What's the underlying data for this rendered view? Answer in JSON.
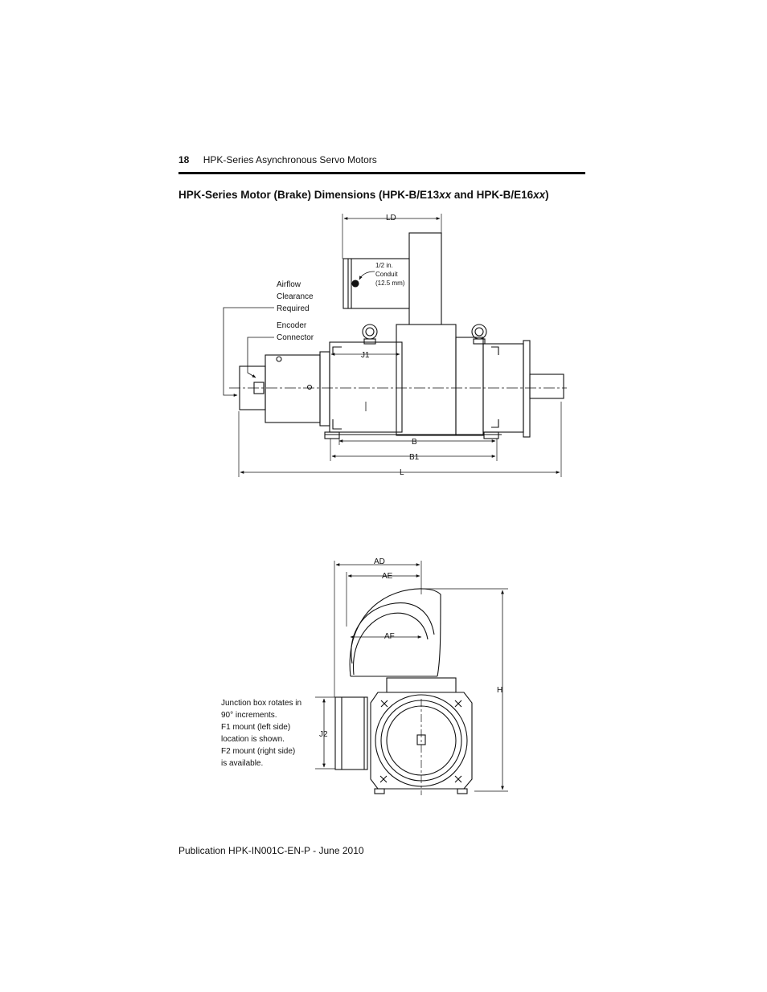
{
  "header": {
    "page_number": "18",
    "running_title": "HPK-Series Asynchronous Servo Motors"
  },
  "title": {
    "part1": "HPK-Series Motor (Brake) Dimensions (HPK-B/E13",
    "part2": "xx",
    "part3": " and HPK-B/E16",
    "part4": "xx",
    "part5": ")"
  },
  "side_view": {
    "dims": {
      "ld": "LD",
      "j1": "J1",
      "b": "B",
      "b1": "B1",
      "l": "L"
    },
    "conduit": [
      "1/2 in.",
      "Conduit",
      "(12.5 mm)"
    ],
    "airflow": [
      "Airflow",
      "Clearance",
      "Required"
    ],
    "encoder": [
      "Encoder",
      "Connector"
    ]
  },
  "end_view": {
    "dims": {
      "ad": "AD",
      "ae": "AE",
      "af": "AF",
      "h": "H",
      "j2": "J2"
    },
    "note": [
      "Junction box rotates in",
      "90° increments.",
      "F1 mount (left side)",
      "location is shown.",
      "F2 mount (right side)",
      "is available."
    ]
  },
  "footer": {
    "publication": "Publication HPK-IN001C-EN-P - June 2010"
  }
}
